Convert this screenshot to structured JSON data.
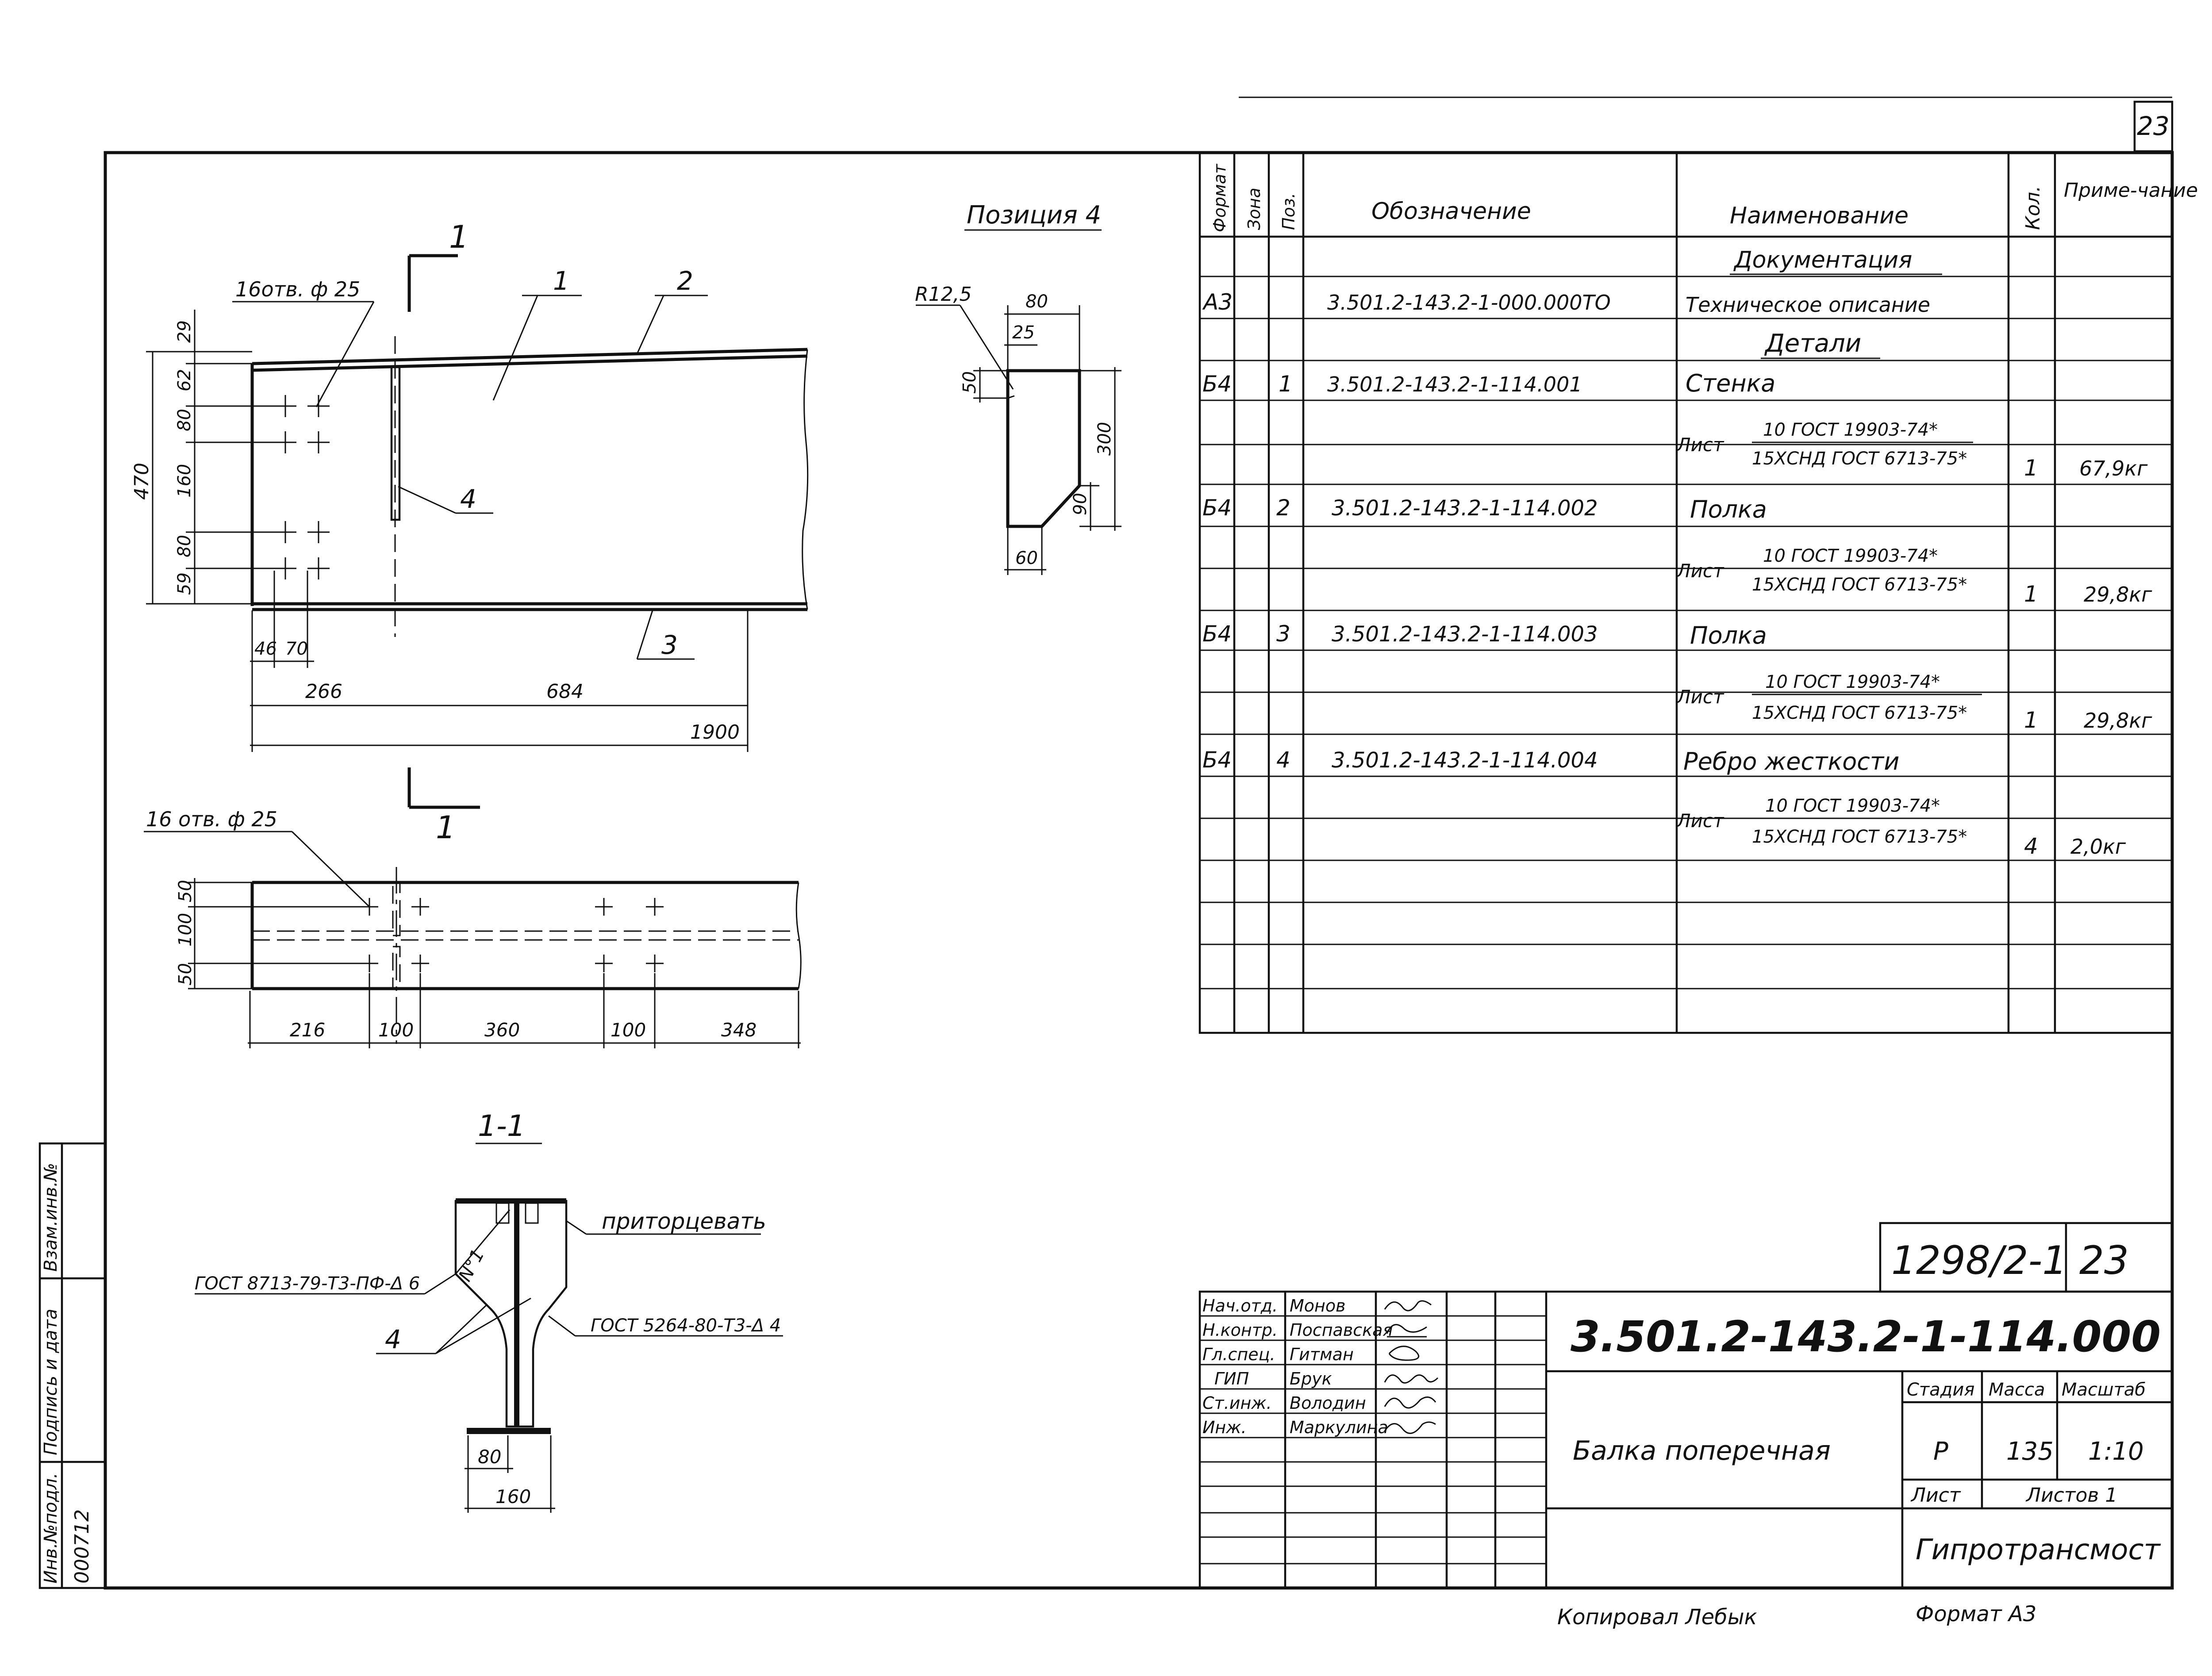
{
  "sheet": {
    "corner_number": "23",
    "bottom_note_copied": "Копировал Лебык",
    "bottom_note_format": "Формат А3"
  },
  "side_stamp": {
    "labels": [
      "Инв.№подл.",
      "Подпись и дата",
      "Взам.инв.№"
    ],
    "inv_number": "000712"
  },
  "main_view": {
    "section_mark": "1",
    "holes_note": "16отв. ф 25",
    "callouts": [
      "1",
      "2",
      "3",
      "4"
    ],
    "dims_left": [
      "29",
      "62",
      "80",
      "160",
      "80",
      "59"
    ],
    "dim_total_height": "470",
    "dims_bottom_small": [
      "46",
      "70"
    ],
    "dims_bottom": [
      "266",
      "684"
    ],
    "dim_total_length": "1900"
  },
  "plan_view": {
    "holes_note": "16 отв. ф 25",
    "dims_left": [
      "50",
      "100",
      "50"
    ],
    "dims_bottom": [
      "216",
      "100",
      "360",
      "100",
      "348"
    ]
  },
  "position4": {
    "title": "Позиция 4",
    "radius": "R12,5",
    "dims": [
      "80",
      "25",
      "50",
      "300",
      "90",
      "60"
    ]
  },
  "section": {
    "title": "1-1",
    "note_left": "ГОСТ 8713-79-Т3-ПФ-Δ 6",
    "weld_mark": "N°1",
    "note_trim": "приторцевать",
    "note_right": "ГОСТ 5264-80-Т3-Δ 4",
    "callout": "4",
    "dims": [
      "80",
      "160"
    ]
  },
  "spec_table": {
    "headers": [
      "Формат",
      "Зона",
      "Поз.",
      "Обозначение",
      "Наименование",
      "Кол.",
      "Приме-чание"
    ],
    "section_documents": "Документация",
    "section_details": "Детали",
    "doc_row": {
      "format": "А3",
      "designation": "3.501.2-143.2-1-000.000ТО",
      "name": "Техническое описание"
    },
    "items": [
      {
        "format": "Б4",
        "pos": "1",
        "designation": "3.501.2-143.2-1-114.001",
        "name": "Стенка",
        "sheet": "Лист",
        "gost_top": "10 ГОСТ 19903-74*",
        "gost_bottom": "15ХСНД ГОСТ 6713-75*",
        "qty": "1",
        "note": "67,9кг"
      },
      {
        "format": "Б4",
        "pos": "2",
        "designation": "3.501.2-143.2-1-114.002",
        "name": "Полка",
        "sheet": "Лист",
        "gost_top": "10 ГОСТ 19903-74*",
        "gost_bottom": "15ХСНД ГОСТ 6713-75*",
        "qty": "1",
        "note": "29,8кг"
      },
      {
        "format": "Б4",
        "pos": "3",
        "designation": "3.501.2-143.2-1-114.003",
        "name": "Полка",
        "sheet": "Лист",
        "gost_top": "10 ГОСТ 19903-74*",
        "gost_bottom": "15ХСНД ГОСТ 6713-75*",
        "qty": "1",
        "note": "29,8кг"
      },
      {
        "format": "Б4",
        "pos": "4",
        "designation": "3.501.2-143.2-1-114.004",
        "name": "Ребро жесткости",
        "sheet": "Лист",
        "gost_top": "10 ГОСТ 19903-74*",
        "gost_bottom": "15ХСНД ГОСТ 6713-75*",
        "qty": "4",
        "note": "2,0кг"
      }
    ]
  },
  "title_block": {
    "album_number": "1298/2-1",
    "album_sheet": "23",
    "designation": "3.501.2-143.2-1-114.000",
    "drawing_name": "Балка поперечная",
    "col_stage": "Стадия",
    "col_mass": "Масса",
    "col_scale": "Масштаб",
    "stage": "Р",
    "mass": "135",
    "scale": "1:10",
    "sheet_label": "Лист",
    "sheets_label": "Листов 1",
    "organization": "Гипротрансмост",
    "signers": [
      {
        "role": "Нач.отд.",
        "name": "Монов"
      },
      {
        "role": "Н.контр.",
        "name": "Поспавская"
      },
      {
        "role": "Гл.спец.",
        "name": "Гитман"
      },
      {
        "role": "ГИП",
        "name": "Брук"
      },
      {
        "role": "Ст.инж.",
        "name": "Володин"
      },
      {
        "role": "Инж.",
        "name": "Маркулина"
      }
    ]
  }
}
